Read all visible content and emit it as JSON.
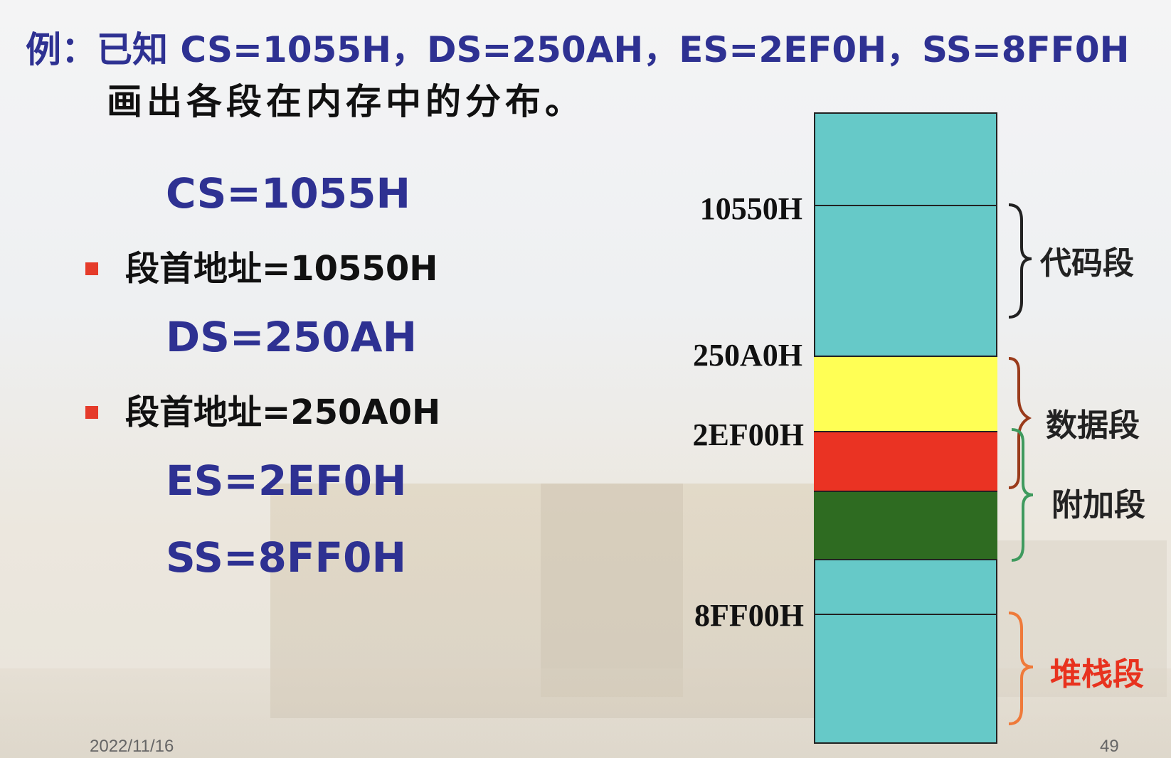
{
  "title": {
    "line1": "例：已知 CS=1055H，DS=250AH，ES=2EF0H，SS=8FF0H",
    "line2": "画出各段在内存中的分布。"
  },
  "registers": [
    {
      "text": "CS=1055H",
      "bullet": "段首地址=10550H"
    },
    {
      "text": "DS=250AH",
      "bullet": "段首地址=250A0H"
    },
    {
      "text": "ES=2EF0H"
    },
    {
      "text": "SS=8FF0H"
    }
  ],
  "memory": {
    "addresses": [
      "10550H",
      "250A0H",
      "2EF00H",
      "8FF00H"
    ],
    "segments": [
      {
        "label": "代码段",
        "color": "#222222"
      },
      {
        "label": "数据段",
        "color": "#222222"
      },
      {
        "label": "附加段",
        "color": "#222222"
      },
      {
        "label": "堆栈段",
        "color": "#e8321e"
      }
    ],
    "block_colors": {
      "base": "#66c9c8",
      "data": "#ffff55",
      "extra_red": "#ea3323",
      "extra_green": "#2e6b21"
    },
    "brace_colors": {
      "code": "#222222",
      "data": "#9a3b1b",
      "extra": "#3f9a5e",
      "stack": "#ef7a3a"
    }
  },
  "footer": {
    "date": "2022/11/16",
    "page": "49"
  }
}
